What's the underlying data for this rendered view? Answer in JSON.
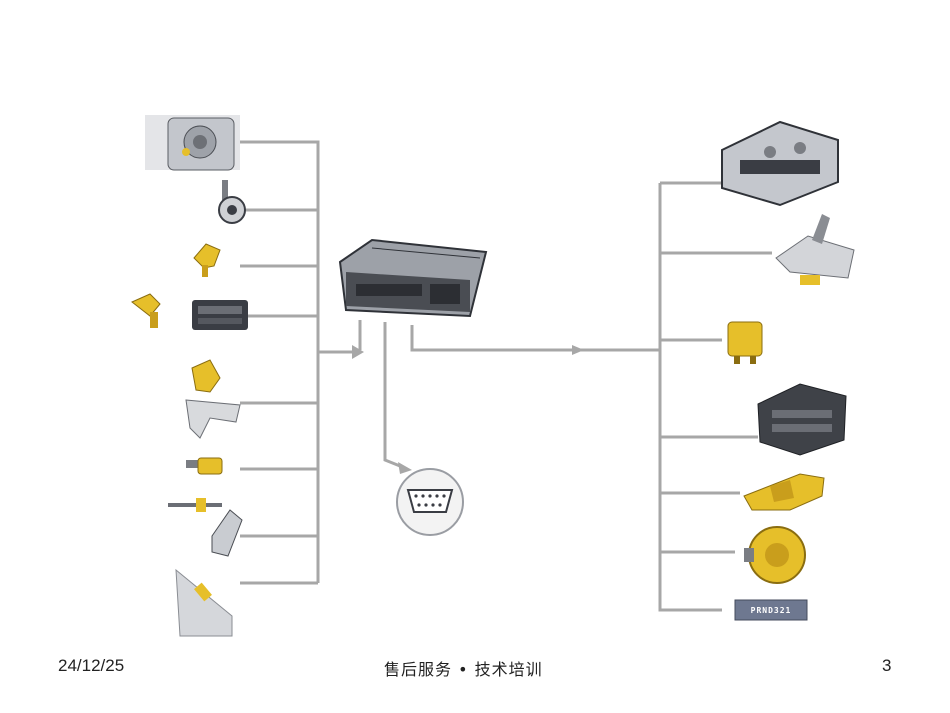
{
  "footer": {
    "date": "24/12/25",
    "center": "售后服务 • 技术培训",
    "page": "3"
  },
  "gear_indicator": {
    "text": "PRND321"
  },
  "colors": {
    "line": "#a7a7a7",
    "component_yellow": "#e6bf2a",
    "component_dark": "#3a3d44",
    "component_gray": "#b9bcc2"
  }
}
